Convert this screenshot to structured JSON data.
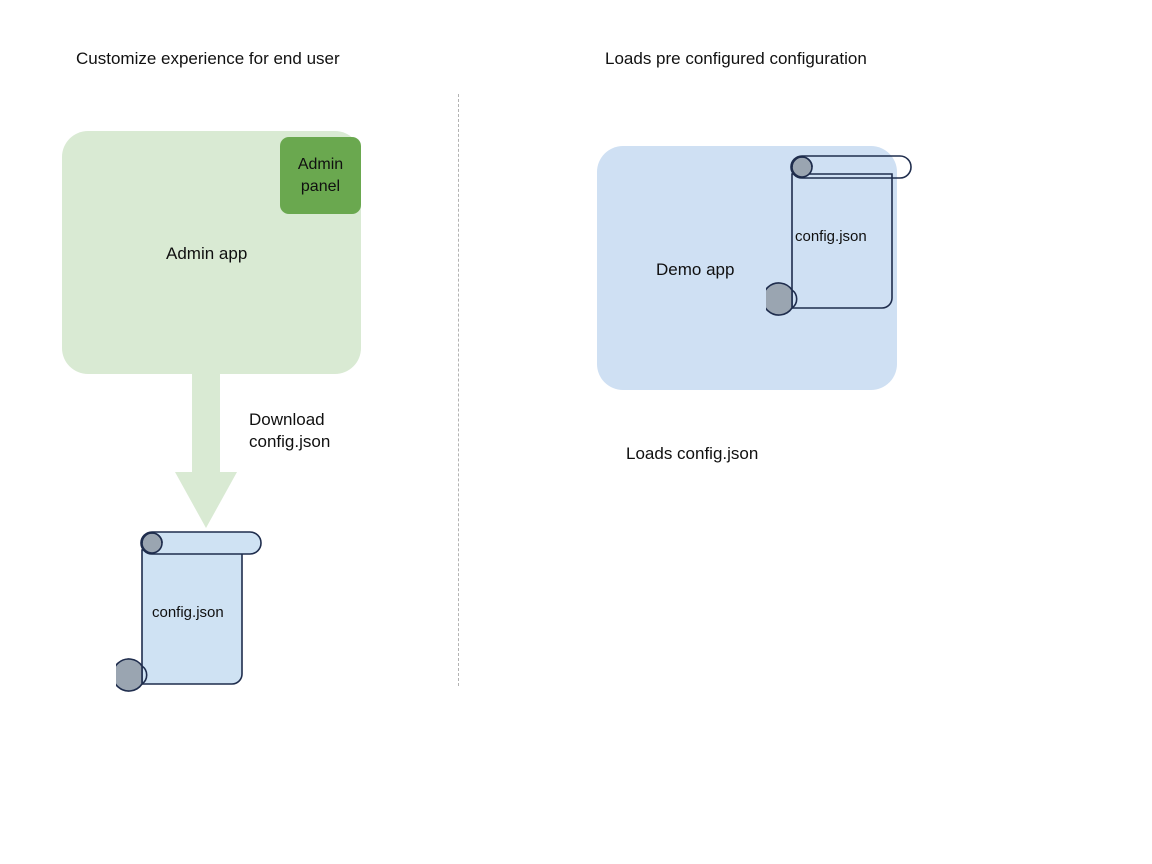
{
  "diagram": {
    "background_color": "#ffffff",
    "columns": [
      {
        "id": "left",
        "title": "Customize experience for end user"
      },
      {
        "id": "right",
        "title": "Loads pre configured configuration"
      }
    ],
    "divider": {
      "style": "dashed-vertical",
      "color": "#9a9a9a"
    },
    "left_flow": {
      "app_box": {
        "label": "Admin app",
        "fill": "#d9ead3"
      },
      "panel_badge": {
        "label": "Admin\npanel",
        "line1": "Admin",
        "line2": "panel",
        "fill": "#6aa84f"
      },
      "arrow": {
        "label": "Download\nconfig.json",
        "label_line1": "Download",
        "label_line2": "config.json",
        "color": "#d9ead3",
        "direction": "down"
      },
      "document": {
        "label": "config.json",
        "fill": "#cfe2f3",
        "stroke": "#1f2d4d",
        "curl_fill": "#9aa5b1"
      }
    },
    "right_flow": {
      "app_box": {
        "label": "Demo app",
        "fill": "#cfe0f3"
      },
      "document": {
        "label": "config.json",
        "fill": "none",
        "stroke": "#1f2d4d",
        "curl_fill": "#9aa5b1"
      },
      "caption": "Loads config.json"
    }
  }
}
